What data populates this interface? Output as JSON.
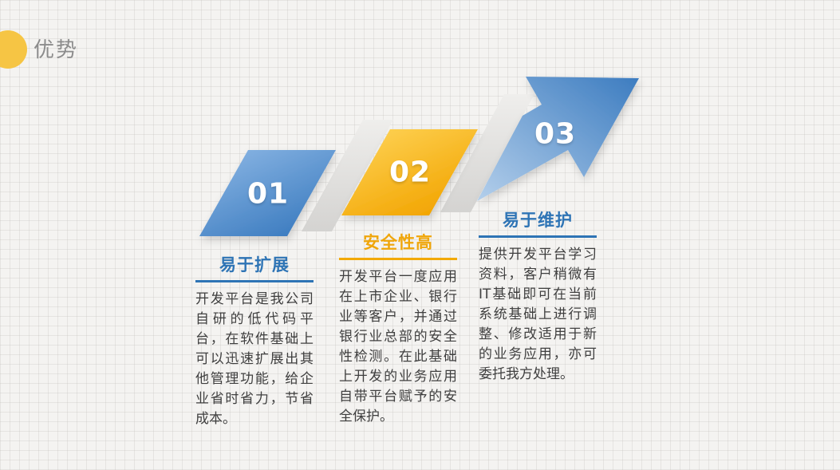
{
  "slide": {
    "title": "优势",
    "steps": [
      {
        "number": "01",
        "heading": "易于扩展",
        "body": "开发平台是我公司自研的低代码平台，在软件基础上可以迅速扩展出其他管理功能，给企业省时省力，节省成本。",
        "accent_color": "#2e74b5"
      },
      {
        "number": "02",
        "heading": "安全性高",
        "body": "开发平台一度应用在上市企业、银行业等客户，并通过银行业总部的安全性检测。在此基础上开发的业务应用自带平台赋予的安全保护。",
        "accent_color": "#f0a60a"
      },
      {
        "number": "03",
        "heading": "易于维护",
        "body": "提供开发平台学习资料，客户稍微有IT基础即可在当前系统基础上进行调整、修改适用于新的业务应用，亦可委托我方处理。",
        "accent_color": "#2e74b5"
      }
    ],
    "colors": {
      "blue_shape": "#3f7fc1",
      "yellow_shape": "#f3a600",
      "connector_gray": "#d9d8d6",
      "title_text": "#8c8c8c",
      "body_text": "#3f3f3f",
      "number_text": "#ffffff",
      "bullet_circle": "#f6c544"
    }
  }
}
